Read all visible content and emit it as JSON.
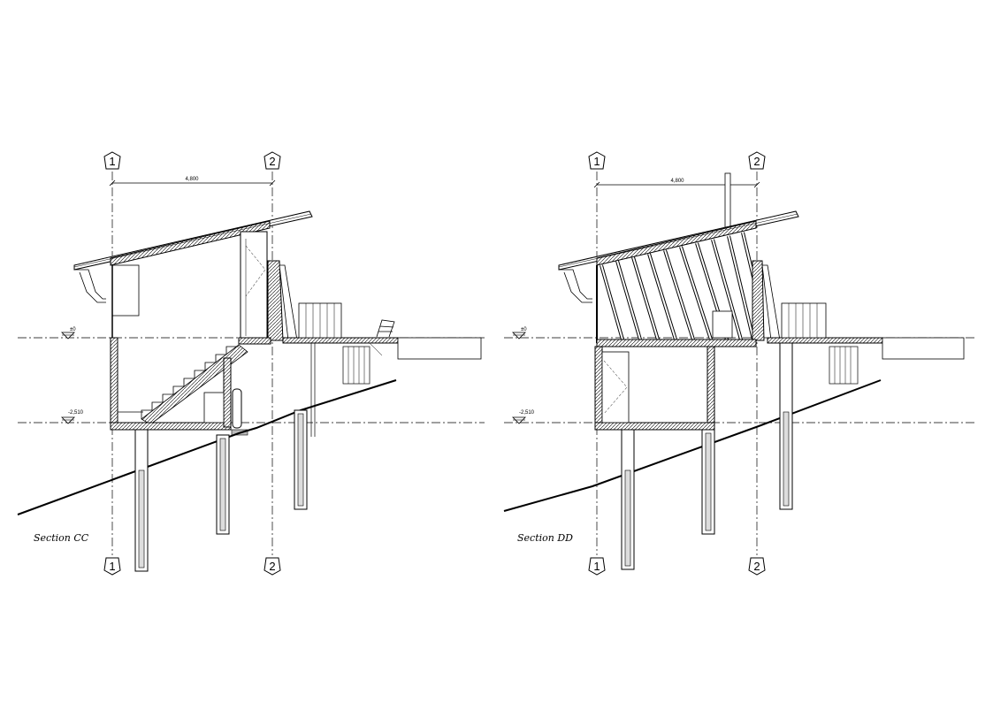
{
  "sections": [
    {
      "title": "Section CC",
      "grid_left": "1",
      "grid_right": "2",
      "dimension": "4,800",
      "level_upper": "±0",
      "level_lower": "-2,510"
    },
    {
      "title": "Section DD",
      "grid_left": "1",
      "grid_right": "2",
      "dimension": "4,800",
      "level_upper": "±0",
      "level_lower": "-2,510"
    }
  ]
}
